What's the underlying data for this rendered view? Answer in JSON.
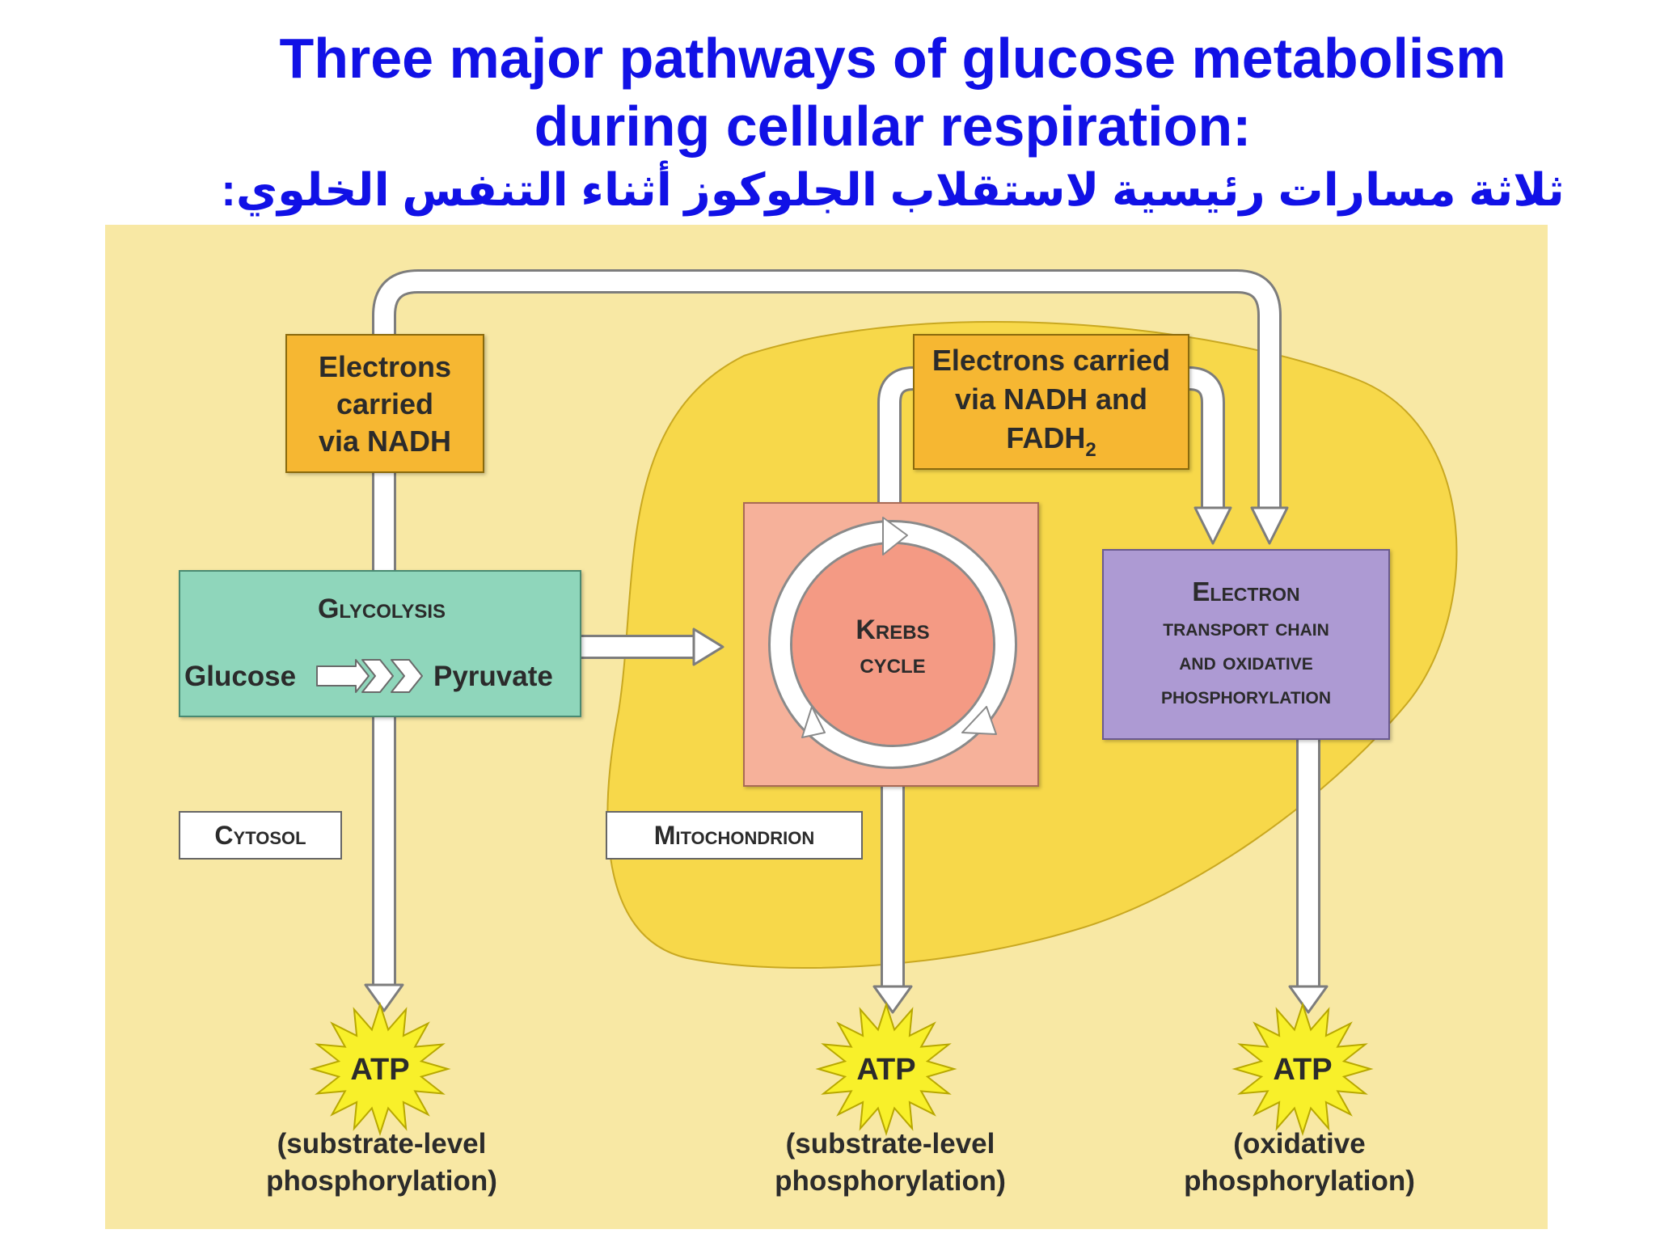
{
  "title": {
    "line1": "Three major pathways of glucose metabolism",
    "line2": "during cellular respiration:",
    "arabic": "ثلاثة مسارات رئيسية لاستقلاب الجلوكوز أثناء التنفس الخلوي:"
  },
  "diagram": {
    "nadh_box": [
      "Electrons",
      "carried",
      "via NADH"
    ],
    "nadh_fadh_box": {
      "line1": "Electrons carried",
      "line2": "via NADH and",
      "line3": "FADH",
      "subscript": "2"
    },
    "glycolysis": {
      "heading": "Glycolysis",
      "glucose": "Glucose",
      "pyruvate": "Pyruvate"
    },
    "krebs": {
      "line1": "Krebs",
      "line2": "cycle"
    },
    "etc": {
      "line1": "Electron",
      "line2": "transport chain",
      "line3": "and oxidative",
      "line4": "phosphorylation"
    },
    "cytosol": "Cytosol",
    "mitochondrion": "Mitochondrion",
    "atp_label": "ATP",
    "outputs": [
      {
        "line1": "(substrate-level",
        "line2": "phosphorylation)"
      },
      {
        "line1": "(substrate-level",
        "line2": "phosphorylation)"
      },
      {
        "line1": "(oxidative",
        "line2": "phosphorylation)"
      }
    ]
  },
  "colors": {
    "title_blue": "#1111e6",
    "background": "#f8e8a4",
    "mitochondrion": "#f7d84a",
    "nadh_box": "#f6b731",
    "glycolysis": "#8fd6bb",
    "krebs_box": "#f6b19a",
    "krebs_circle": "#f49a84",
    "etc_box": "#ad9ad3",
    "atp_star": "#f8f02a"
  }
}
